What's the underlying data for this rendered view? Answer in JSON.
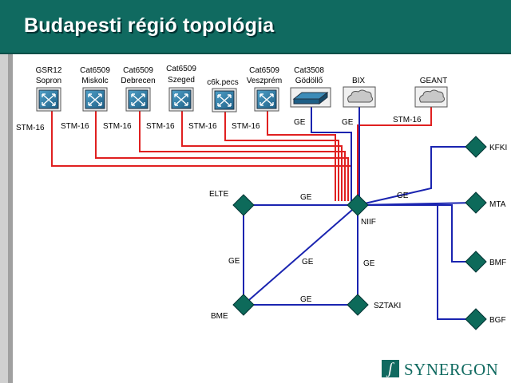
{
  "title": "Budapesti régió topológia",
  "routers": [
    {
      "line1": "GSR12",
      "line2": "Sopron"
    },
    {
      "line1": "Cat6509",
      "line2": "Miskolc"
    },
    {
      "line1": "Cat6509",
      "line2": "Debrecen"
    },
    {
      "line1": "Cat6509",
      "line2": "Szeged"
    },
    {
      "line1": "",
      "line2": "c6k.pecs"
    },
    {
      "line1": "Cat6509",
      "line2": "Veszprém"
    }
  ],
  "switch": {
    "line1": "Cat3508",
    "line2": "Gödöllő"
  },
  "clouds": [
    {
      "name": "BIX"
    },
    {
      "name": "GEANT"
    }
  ],
  "uplinks": {
    "sopron": "STM-16",
    "miskolc": "STM-16",
    "debrecen": "STM-16",
    "szeged": "STM-16",
    "pecs": "STM-16",
    "veszprem": "STM-16",
    "godollo": "GE",
    "bix": "GE",
    "geant": "STM-16"
  },
  "core_nodes": {
    "niif": "NIIF",
    "elte": "ELTE",
    "bme": "BME",
    "sztaki": "SZTAKI"
  },
  "right_nodes": [
    "KFKI",
    "MTA",
    "BMF",
    "BGF"
  ],
  "core_links": {
    "elte_niif": "GE",
    "elte_bme": "GE",
    "bme_niif": "GE",
    "niif_sztaki": "GE",
    "bme_sztaki": "GE",
    "niif_right": "GE"
  },
  "colors": {
    "title_bg": "#106a60",
    "stm_link": "#e02020",
    "ge_link": "#1a24b0",
    "node": "#0d6a5a"
  },
  "logo": {
    "mark": "ʃ",
    "text": "SYNERGON"
  }
}
